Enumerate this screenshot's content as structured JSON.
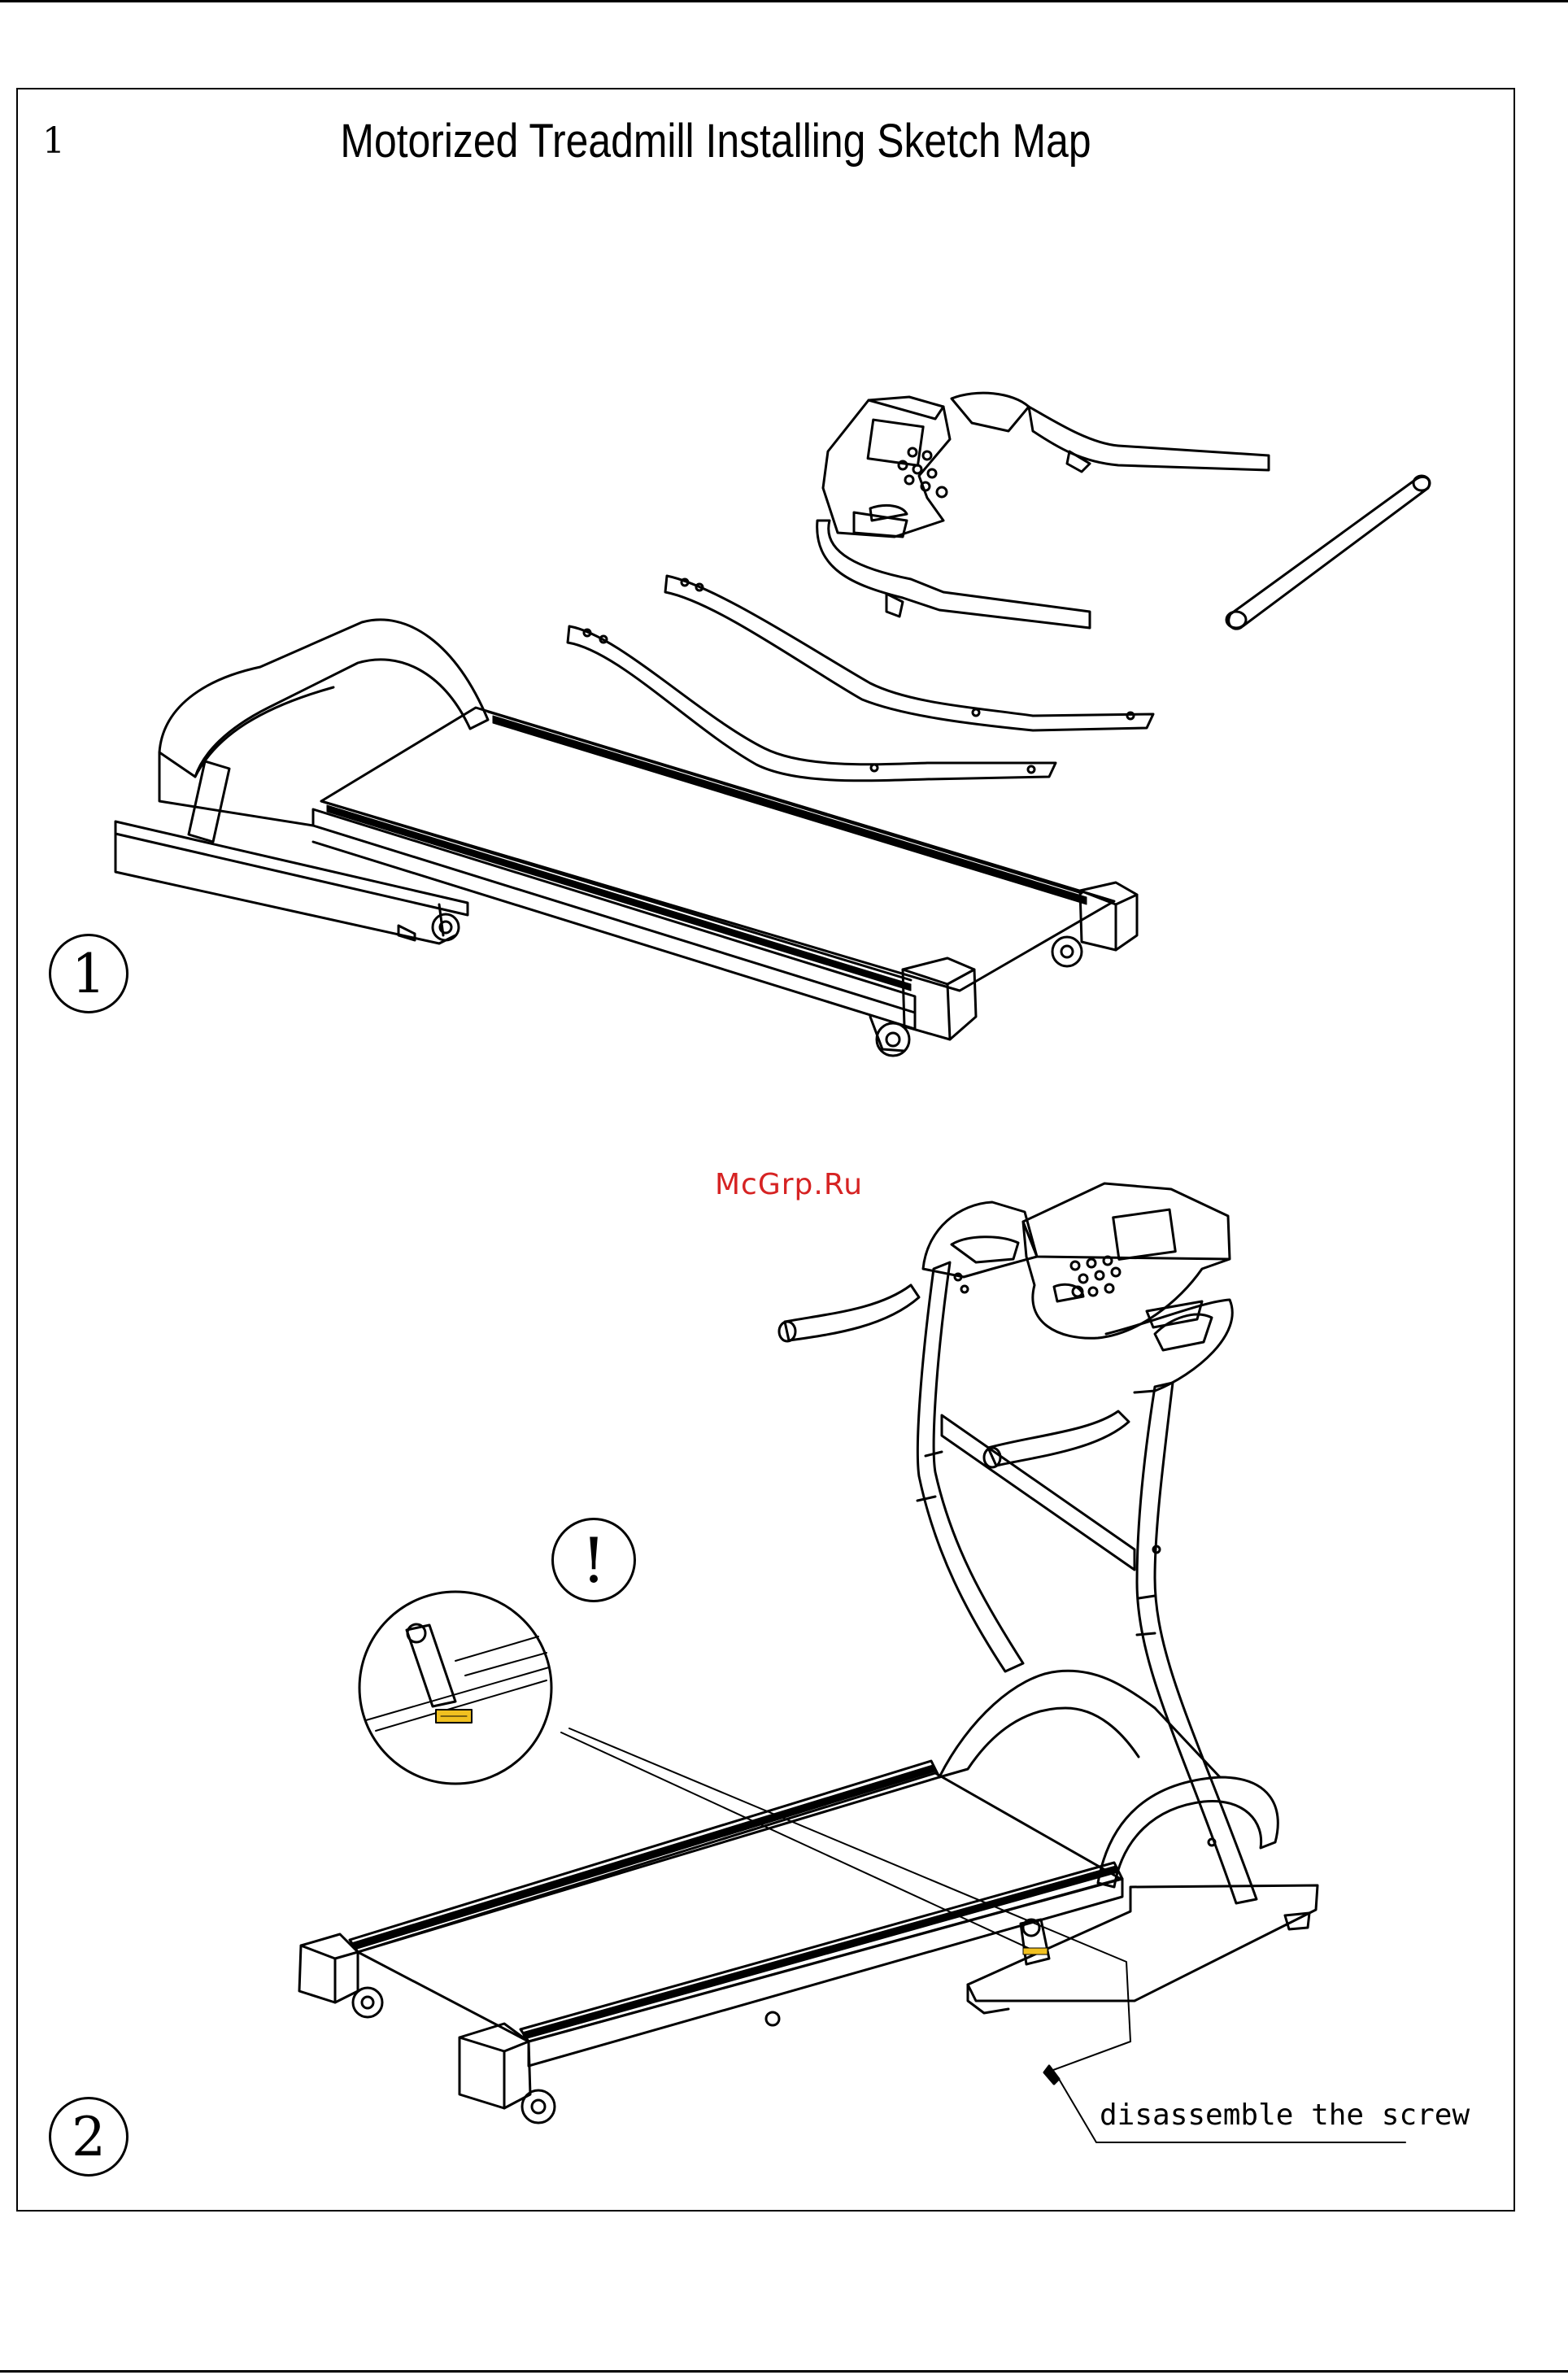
{
  "page": {
    "page_number": "1",
    "title": "Motorized Treadmill Installing Sketch Map",
    "watermark": "McGrp.Ru"
  },
  "steps": [
    {
      "number": "1"
    },
    {
      "number": "2"
    }
  ],
  "warning": {
    "symbol": "!"
  },
  "callout": {
    "text": "disassemble the screw"
  },
  "colors": {
    "line": "#000000",
    "watermark": "#d62323",
    "label": "#f0c020"
  }
}
